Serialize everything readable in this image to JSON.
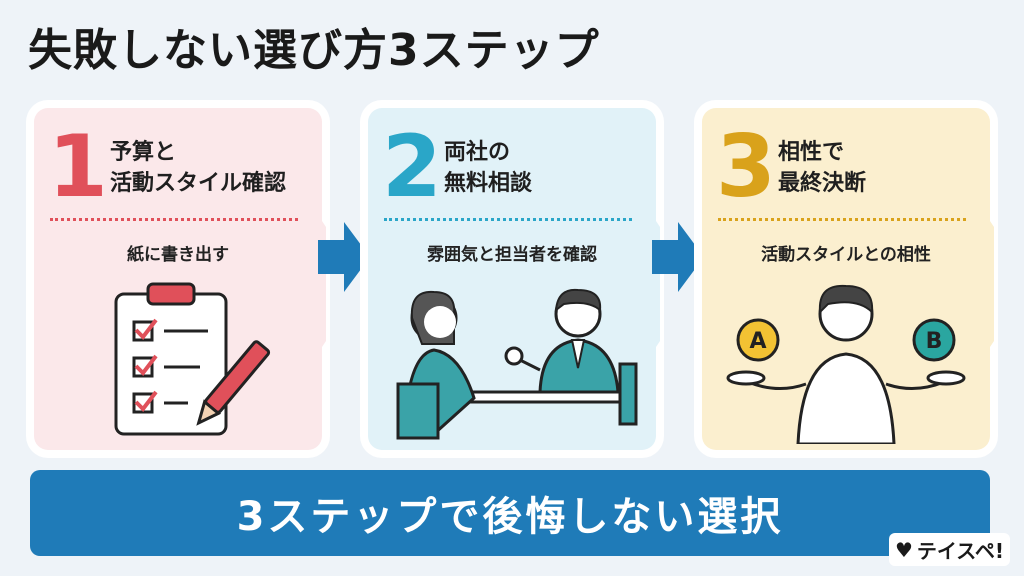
{
  "title": "失敗しない選び方3ステップ",
  "steps": [
    {
      "number": "1",
      "heading_line1": "予算と",
      "heading_line2": "活動スタイル確認",
      "sub": "紙に書き出す",
      "color": "#e0505a",
      "bg": "#fbe8ea",
      "dot": "#e0505a"
    },
    {
      "number": "2",
      "heading_line1": "両社の",
      "heading_line2": "無料相談",
      "sub": "雰囲気と担当者を確認",
      "color": "#2aa6c8",
      "bg": "#e1f2f8",
      "dot": "#2aa6c8"
    },
    {
      "number": "3",
      "heading_line1": "相性で",
      "heading_line2": "最終決断",
      "sub": "活動スタイルとの相性",
      "color": "#d9a21b",
      "bg": "#fbefcf",
      "dot": "#d9a21b"
    }
  ],
  "choice_labels": {
    "a": "A",
    "b": "B"
  },
  "banner": "3ステップで後悔しない選択",
  "logo": "テイスペ!",
  "colors": {
    "arrow": "#1f7bb8",
    "banner": "#1f7bb8"
  }
}
